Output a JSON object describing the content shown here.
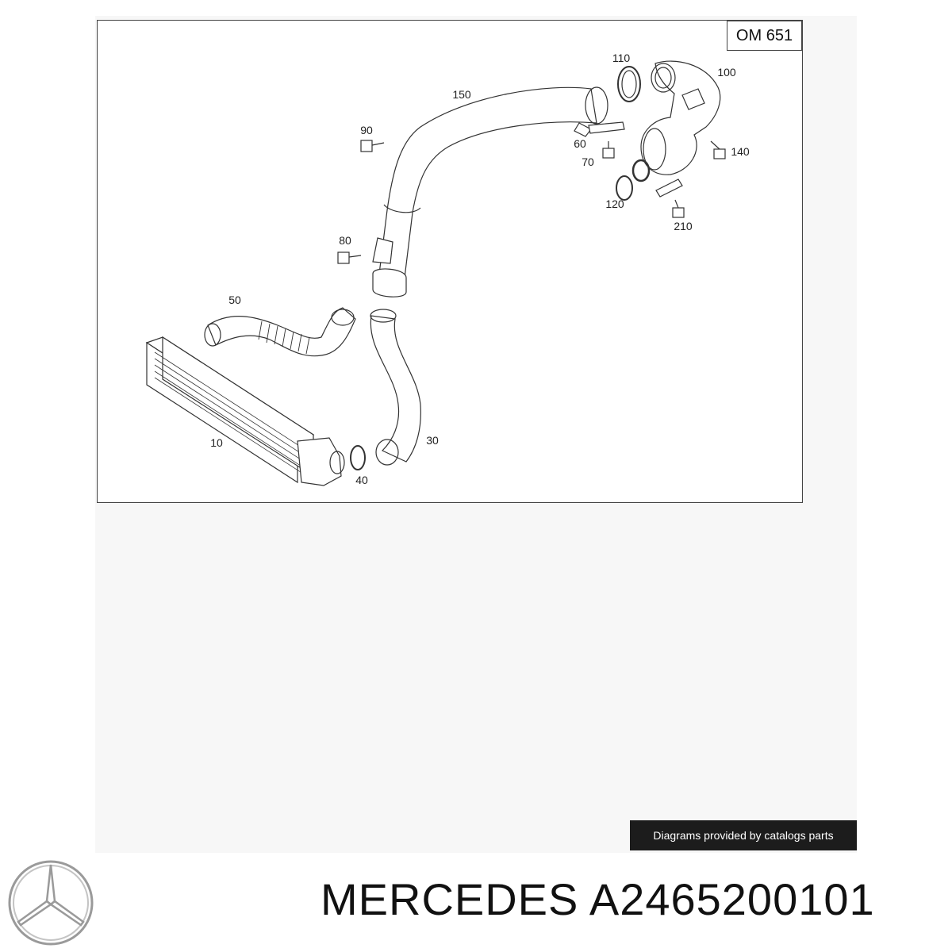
{
  "diagram": {
    "engine_code": "OM 651",
    "callouts": {
      "p10": "10",
      "p30": "30",
      "p40": "40",
      "p50": "50",
      "p60": "60",
      "p70": "70",
      "p80": "80",
      "p90": "90",
      "p100": "100",
      "p110": "110",
      "p120": "120",
      "p140": "140",
      "p150": "150",
      "p210": "210"
    }
  },
  "credit": "Diagrams provided by catalogs parts",
  "title": {
    "brand": "MERCEDES",
    "part_number": "A2465200101"
  },
  "logo": {
    "icon": "mercedes-star-logo",
    "color": "#9a9a9a"
  }
}
